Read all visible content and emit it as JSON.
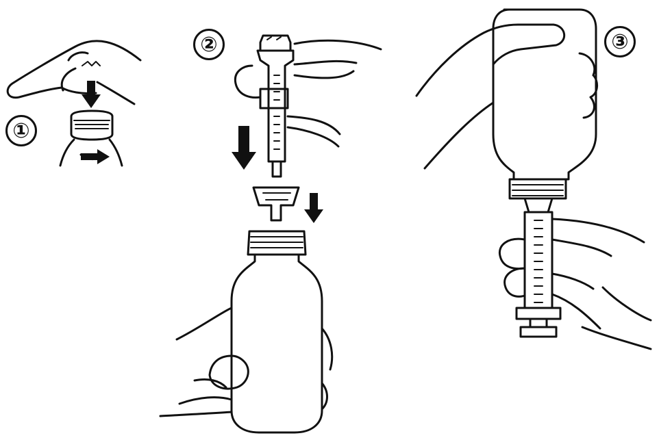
{
  "steps": [
    {
      "number": "①"
    },
    {
      "number": "②"
    },
    {
      "number": "③"
    }
  ]
}
